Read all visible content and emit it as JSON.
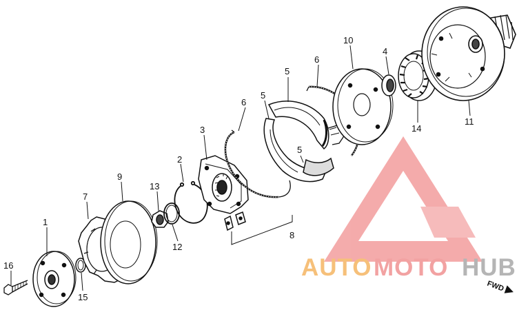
{
  "diagram": {
    "callouts": {
      "p1": "1",
      "p2": "2",
      "p3": "3",
      "p4": "4",
      "p5a": "5",
      "p5b": "5",
      "p5c": "5",
      "p6a": "6",
      "p6b": "6",
      "p7": "7",
      "p8": "8",
      "p9": "9",
      "p10": "10",
      "p11": "11",
      "p12": "12",
      "p13": "13",
      "p14": "14",
      "p15": "15",
      "p16": "16"
    },
    "direction_label": "FWD"
  },
  "watermark": {
    "part1": "AUTO",
    "part2": "MOTO",
    "part3": "HUB",
    "colors": {
      "auto": "#f6c07a",
      "moto": "#f2a2a2",
      "hub": "#b5b5b5",
      "logo": "#f3a3a3"
    }
  }
}
